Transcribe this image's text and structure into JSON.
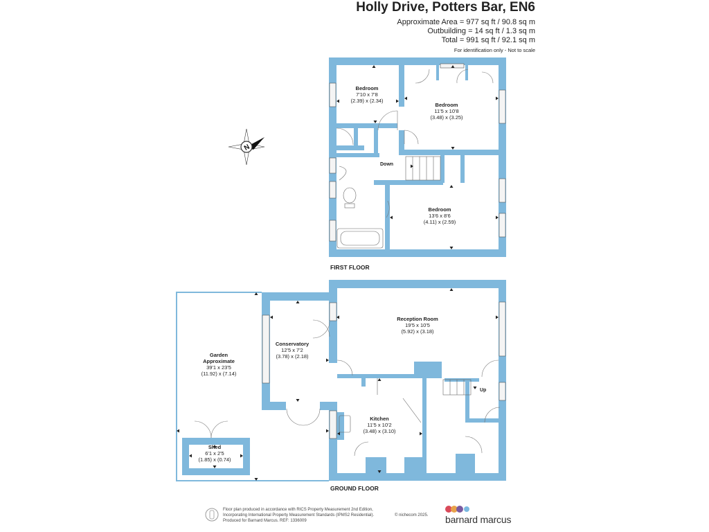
{
  "header": {
    "title": "Holly Drive, Potters Bar, EN6",
    "area_line1": "Approximate Area = 977 sq ft / 90.8 sq m",
    "area_line2": "Outbuilding = 14 sq ft / 1.3 sq m",
    "area_line3": "Total = 991 sq ft / 92.1 sq m",
    "note": "For identification only - Not to scale"
  },
  "compass": {
    "label": "N"
  },
  "first_floor": {
    "label": "FIRST FLOOR",
    "stairs_label": "Down",
    "rooms": [
      {
        "name": "Bedroom",
        "imperial": "7'10 x 7'8",
        "metric": "(2.39) x (2.34)"
      },
      {
        "name": "Bedroom",
        "imperial": "11'5 x 10'8",
        "metric": "(3.48) x (3.25)"
      },
      {
        "name": "Bedroom",
        "imperial": "13'6 x 8'6",
        "metric": "(4.11) x (2.59)"
      }
    ]
  },
  "ground_floor": {
    "label": "GROUND FLOOR",
    "stairs_label": "Up",
    "rooms": [
      {
        "name": "Reception Room",
        "imperial": "19'5 x 10'5",
        "metric": "(5.92) x (3.18)"
      },
      {
        "name": "Conservatory",
        "imperial": "12'5 x 7'2",
        "metric": "(3.78) x (2.18)"
      },
      {
        "name": "Kitchen",
        "imperial": "11'5 x 10'2",
        "metric": "(3.48) x (3.10)"
      },
      {
        "name_line1": "Garden",
        "name_line2": "Approximate",
        "imperial": "39'1 x 23'5",
        "metric": "(11.92) x (7.14)"
      },
      {
        "name": "Shed",
        "imperial": "6'1 x 2'5",
        "metric": "(1.85) x (0.74)"
      }
    ]
  },
  "footer": {
    "line1": "Floor plan produced in accordance with RICS Property Measurement 2nd Edition,",
    "line2": "Incorporating International Property Measurement Standards (IPMS2 Residential).",
    "line3": "Produced for Barnard Marcus.   REF: 1336009",
    "credit": "© nichecom 2025.",
    "brand": "barnard marcus"
  },
  "colors": {
    "wall": "#7fb8dc",
    "window": "#f4f4f4",
    "text": "#222222",
    "logo_red": "#d94a5a",
    "logo_orange": "#e8a24a",
    "logo_purple": "#7a5aa0",
    "logo_blue": "#7ab8e0"
  }
}
